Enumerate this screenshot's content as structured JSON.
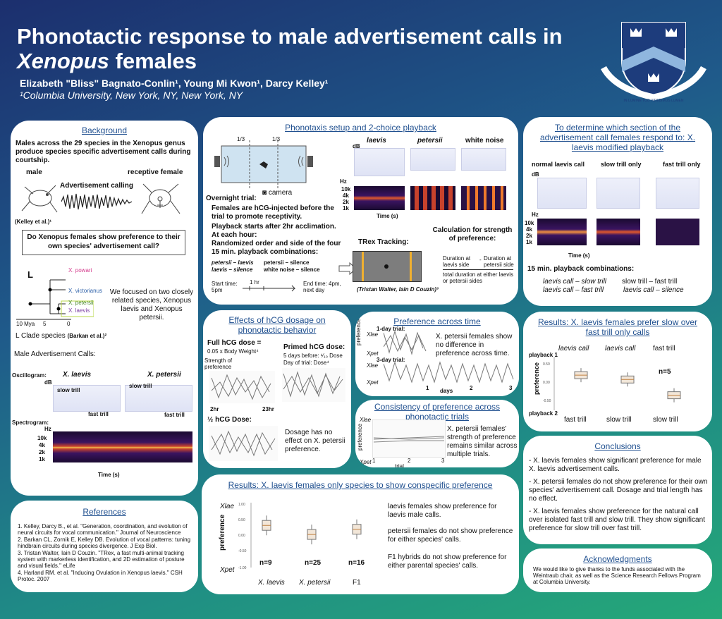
{
  "header": {
    "title_part1": "Phonotactic response to male advertisement calls in ",
    "title_italic": "Xenopus",
    "title_part2": " females",
    "authors": "Elizabeth \"Bliss\" Bagnato-Conlin¹, Young Mi Kwon¹, Darcy Kelley¹",
    "affiliation": "¹Columbia University, New York, NY, New York, NY",
    "crest_text": "IN LUMINE TUO VIDEBIMUS LUMEN"
  },
  "background": {
    "title": "Background",
    "intro": "Males across the 29 species in the Xenopus genus produce species specific advertisement calls during courtship.",
    "male_label": "male",
    "female_label": "receptive female",
    "calling_label": "Advertisement calling",
    "citation1": "(Kelley et al.)¹",
    "question": "Do Xenopus females show preference to their own species' advertisement call?",
    "clade_L": "L",
    "species": [
      "X. powari",
      "X. victorianus",
      "X. petersii",
      "X. laevis"
    ],
    "axis_labels": [
      "10 Mya",
      "5",
      "0"
    ],
    "focus_text": "We focused on two closely related species, Xenopus laevis and Xenopus petersii.",
    "clade_label": "L Clade species",
    "clade_cite": "(Barkan et al.)²",
    "male_calls": "Male Advertisement Calls:",
    "osc_label": "Oscillogram:",
    "spec_label": "Spectrogram:",
    "sp1": "X. laevis",
    "sp2": "X. petersii",
    "db": "dB",
    "hz": "Hz",
    "slow_trill": "slow trill",
    "fast_trill": "fast trill",
    "freq": [
      "10k",
      "4k",
      "2k",
      "1k"
    ],
    "time": "Time (s)"
  },
  "references": {
    "title": "References",
    "items": [
      "1. Kelley, Darcy B., et al. \"Generation, coordination, and evolution of neural circuits for vocal communication.\" Journal of Neuroscience",
      "2. Barkan CL, Zornik E, Kelley DB. Evolution of vocal patterns: tuning hindbrain circuits during species divergence. J Exp Biol.",
      "3. Tristan Walter, Iain D Couzin. \"TRex, a fast multi-animal tracking system with markerless identification, and 2D estimation of posture and visual fields.\" eLife",
      "4. Harland RM. et al. \"Inducing Ovulation in Xenopus laevis.\" CSH Protoc. 2007"
    ]
  },
  "phonotaxis": {
    "title": "Phonotaxis setup and 2-choice playback",
    "thirds": [
      "1/3",
      "1/3"
    ],
    "camera": "camera",
    "overnight": "Overnight trial:",
    "steps": [
      "Females are hCG-injected before the trial to promote receptivity.",
      "Playback starts after 2hr acclimation.",
      "At each hour:",
      "Randomized order and side of the four 15 min. playback combinations:"
    ],
    "combos": [
      "petersii – laevis",
      "laevis – silence",
      "petersii – silence",
      "white noise – silence"
    ],
    "start": "Start time: 5pm",
    "hr": "1 hr",
    "end": "End time: 4pm, next day",
    "col_labels": [
      "laevis",
      "petersii",
      "white noise"
    ],
    "db": "dB",
    "hz": "Hz",
    "freq": [
      "10k",
      "4k",
      "2k",
      "1k"
    ],
    "time": "Time (s)",
    "trex": "TRex Tracking:",
    "trex_cite": "(Tristan Walter, Iain D Couzin)³",
    "calc_title": "Calculation for strength of preference:",
    "calc_num1": "Duration at laevis side",
    "calc_minus": "-",
    "calc_num2": "Duration at petersii side",
    "calc_den": "total duration at either laevis or petersii sides"
  },
  "modified": {
    "title": "To determine which section of the advertisement call females respond to: X. laevis modified playback",
    "cols": [
      "normal laevis call",
      "slow trill only",
      "fast trill only"
    ],
    "db": "dB",
    "hz": "Hz",
    "freq": [
      "10k",
      "4k",
      "2k",
      "1k"
    ],
    "time": "Time (s)",
    "combo_title": "15 min. playback combinations:",
    "combos": [
      "laevis call – slow trill",
      "laevis call – fast trill",
      "slow trill – fast trill",
      "laevis call – silence"
    ]
  },
  "hcg": {
    "title": "Effects of hCG dosage on phonotactic behavior",
    "full": "Full hCG dose =",
    "full_val": "0.05 x Body Weight⁴",
    "strength": "Strength of preference",
    "primed": "Primed hCG dose:",
    "primed1": "5 days before: ¹⁄₁₀ Dose",
    "primed2": "Day of trial: Dose⁴",
    "t1": "2hr",
    "t2": "23hr",
    "half": "½ hCG Dose:",
    "conclusion": "Dosage has no effect on X. petersii preference."
  },
  "time_pref": {
    "title": "Preference across time",
    "trial1": "1-day trial:",
    "trial3": "3-day trial:",
    "xlae": "Xlae",
    "xpet": "Xpet",
    "ylabel": "preference",
    "days": "days",
    "ticks": [
      "1",
      "2",
      "3"
    ],
    "text": "X. petersii females show no difference in preference across time."
  },
  "consistency": {
    "title": "Consistency of preference across phonotactic trials",
    "xlae": "Xlae",
    "xpet": "Xpet",
    "ylabel": "preference",
    "xlabel": "trial",
    "ticks": [
      "1",
      "2",
      "3"
    ],
    "text": "X. petersii females' strength of preference remains similar across multiple trials."
  },
  "results_species": {
    "title": "Results: X. laevis females only species to show conspecific preference",
    "xlae": "Xlae",
    "xpet": "Xpet",
    "ylabel": "preference",
    "yticks": [
      "1.00",
      "0.50",
      "0.00",
      "-0.50",
      "-1.00"
    ],
    "ns": [
      "n=9",
      "n=25",
      "n=16"
    ],
    "groups": [
      "X. laevis",
      "X. petersii",
      "F1"
    ],
    "texts": [
      "laevis females show preference for laevis male calls.",
      "petersii females do not show preference for either species' calls.",
      "F1 hybrids do not show preference for either parental species' calls."
    ]
  },
  "results_trill": {
    "title": "Results: X. laevis females prefer slow over fast trill only calls",
    "top": [
      "laevis call",
      "laevis call",
      "fast trill"
    ],
    "bottom": [
      "fast trill",
      "slow trill",
      "slow trill"
    ],
    "pb1": "playback 1",
    "pb2": "playback 2",
    "ylabel": "preference",
    "yticks": [
      "0.50",
      "0.00",
      "-0.50"
    ],
    "n": "n=5"
  },
  "conclusions": {
    "title": "Conclusions",
    "items": [
      "- X. laevis females show significant preference for male X. laevis advertisement calls.",
      "- X. petersii females do not show preference for their own species' advertisement call. Dosage and trial length has no effect.",
      "- X. laevis females show preference for the natural call over isolated fast trill and slow trill. They show significant  preference for slow trill over fast trill."
    ]
  },
  "ack": {
    "title": "Acknowledgments",
    "text": "We would like to give thanks to the funds associated with the Weintraub chair, as well as the Science Research Fellows Program at Columbia University."
  },
  "chart_data": [
    {
      "type": "scatter",
      "title": "Results: X. laevis females only species to show conspecific preference",
      "categories": [
        "X. laevis",
        "X. petersii",
        "F1"
      ],
      "ylabel": "preference",
      "ylim": [
        -1,
        1
      ],
      "series": [
        {
          "name": "X. laevis",
          "values": [
            0.3
          ]
        },
        {
          "name": "X. petersii",
          "values": [
            0.02
          ]
        },
        {
          "name": "F1",
          "values": [
            0.18
          ]
        }
      ]
    },
    {
      "type": "scatter",
      "title": "Results: X. laevis females prefer slow over fast trill only calls",
      "categories": [
        "laevis call vs fast trill",
        "laevis call vs slow trill",
        "fast trill vs slow trill"
      ],
      "ylabel": "preference",
      "ylim": [
        -0.8,
        0.8
      ],
      "series": [
        {
          "values": [
            0.25,
            0.12,
            -0.35
          ]
        }
      ]
    }
  ]
}
